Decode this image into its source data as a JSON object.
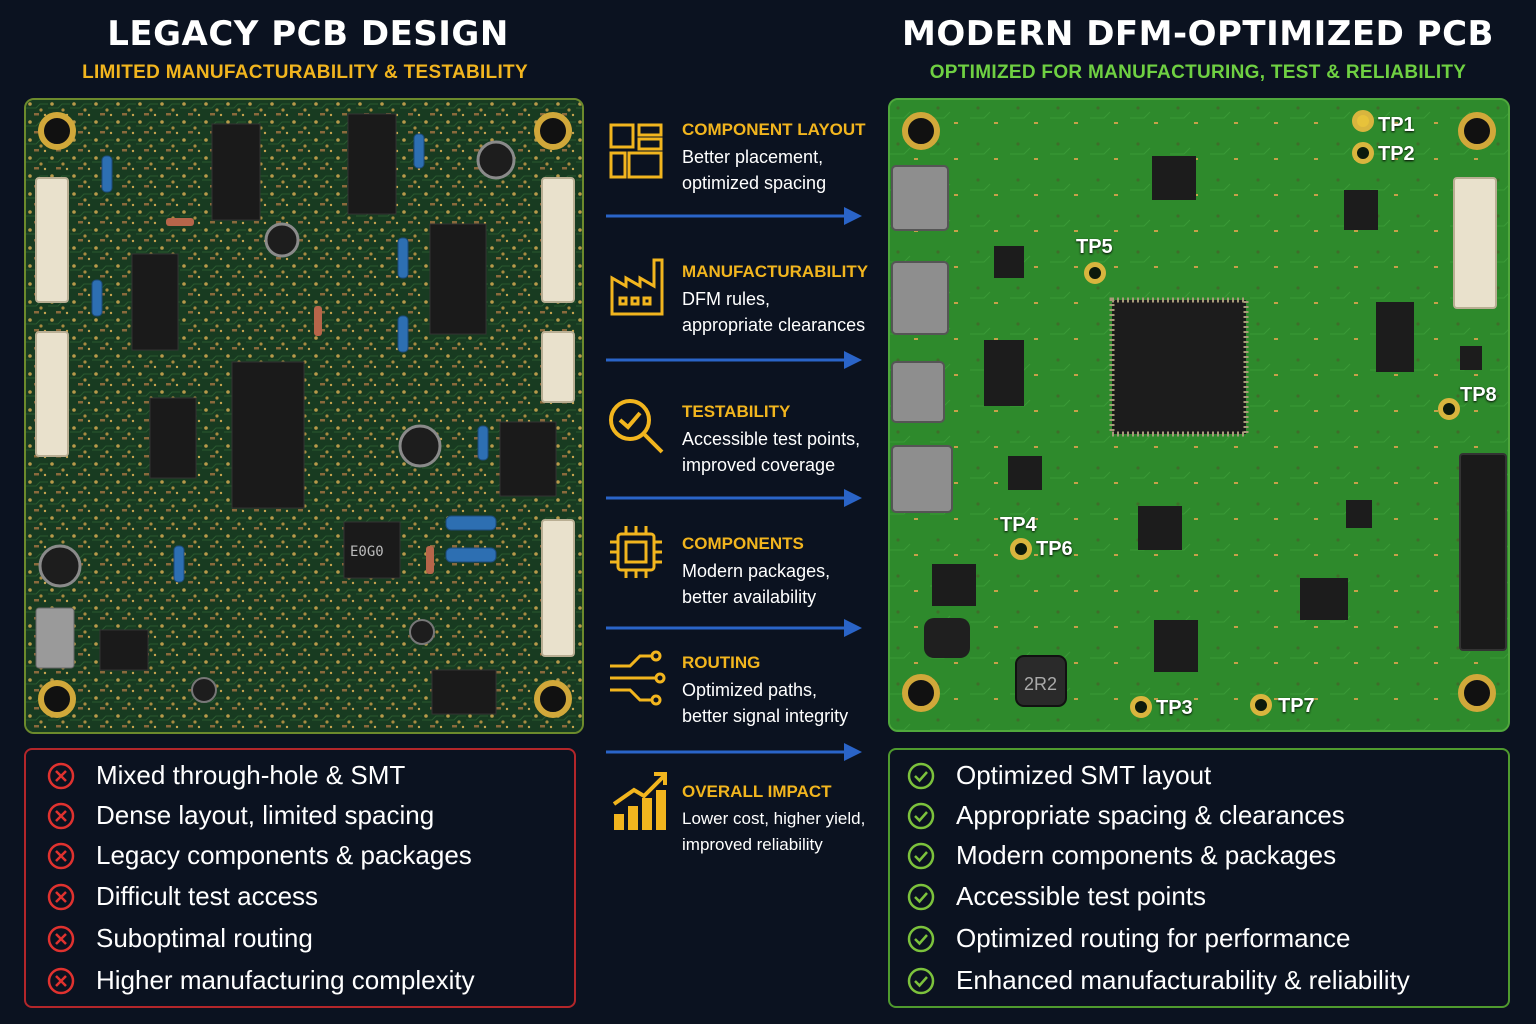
{
  "colors": {
    "background": "#0b1220",
    "legacy_accent": "#f2b51e",
    "modern_accent": "#6fd042",
    "bad": "#e0322f",
    "good": "#7cc23c",
    "arrow": "#2a64c8"
  },
  "left": {
    "title": "LEGACY PCB DESIGN",
    "subtitle": "LIMITED MANUFACTURABILITY & TESTABILITY",
    "chip_label": "E0G0",
    "issues": [
      "Mixed through-hole & SMT",
      "Dense layout, limited spacing",
      "Legacy components & packages",
      "Difficult test access",
      "Suboptimal routing",
      "Higher manufacturing complexity"
    ],
    "issue_icon": "x-circle-icon"
  },
  "right": {
    "title": "MODERN DFM-OPTIMIZED PCB",
    "subtitle": "OPTIMIZED FOR MANUFACTURING, TEST & RELIABILITY",
    "inductor_label": "2R2",
    "test_points": [
      "TP1",
      "TP2",
      "TP3",
      "TP4",
      "TP5",
      "TP6",
      "TP7",
      "TP8"
    ],
    "benefits": [
      "Optimized SMT layout",
      "Appropriate spacing & clearances",
      "Modern components & packages",
      "Accessible test points",
      "Optimized routing for performance",
      "Enhanced manufacturability & reliability"
    ],
    "benefit_icon": "check-circle-icon"
  },
  "features": [
    {
      "title": "COMPONENT LAYOUT",
      "line1": "Better placement,",
      "line2": "optimized spacing",
      "icon": "layout-blocks-icon"
    },
    {
      "title": "MANUFACTURABILITY",
      "line1": "DFM rules,",
      "line2": "appropriate clearances",
      "icon": "factory-icon"
    },
    {
      "title": "TESTABILITY",
      "line1": "Accessible test points,",
      "line2": "improved coverage",
      "icon": "magnifier-check-icon"
    },
    {
      "title": "COMPONENTS",
      "line1": "Modern packages,",
      "line2": "better availability",
      "icon": "chip-icon"
    },
    {
      "title": "ROUTING",
      "line1": "Optimized paths,",
      "line2": "better signal integrity",
      "icon": "routing-circuit-icon"
    },
    {
      "title": "OVERALL IMPACT",
      "line1": "Lower cost, higher yield,",
      "line2": "improved reliability",
      "icon": "growth-chart-icon"
    }
  ]
}
